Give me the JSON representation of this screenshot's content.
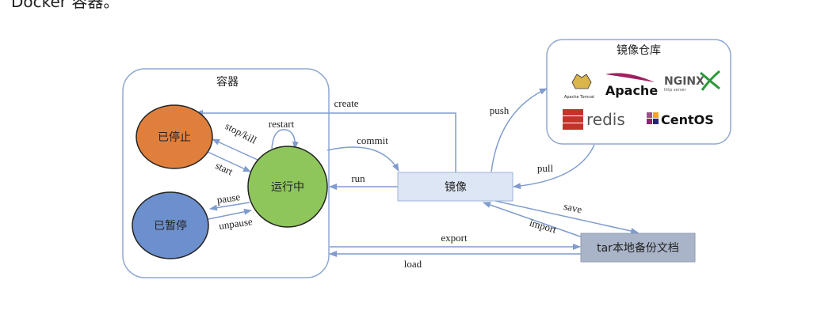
{
  "top_text": "Docker 容器。",
  "container": {
    "title": "容器"
  },
  "states": {
    "stopped": "已停止",
    "paused": "已暂停",
    "running": "运行中"
  },
  "image": "镜像",
  "registry": {
    "title": "镜像仓库",
    "logos": [
      "Apache Tomcat",
      "Apache",
      "NGINX",
      "http server",
      "redis",
      "CentOS"
    ]
  },
  "tar": "tar本地备份文档",
  "edges": {
    "create": "create",
    "restart": "restart",
    "stop_kill": "stop/kill",
    "start": "start",
    "pause": "pause",
    "unpause": "unpause",
    "commit": "commit",
    "run": "run",
    "push": "push",
    "pull": "pull",
    "save": "save",
    "import": "import",
    "export": "export",
    "load": "load"
  },
  "colors": {
    "stopped": "#E07F3C",
    "paused": "#6C8FCD",
    "running": "#8FC65C",
    "arrow": "#7F9CCF",
    "image_box": "#DCE6F4",
    "tar_box": "#A9B4C8"
  }
}
